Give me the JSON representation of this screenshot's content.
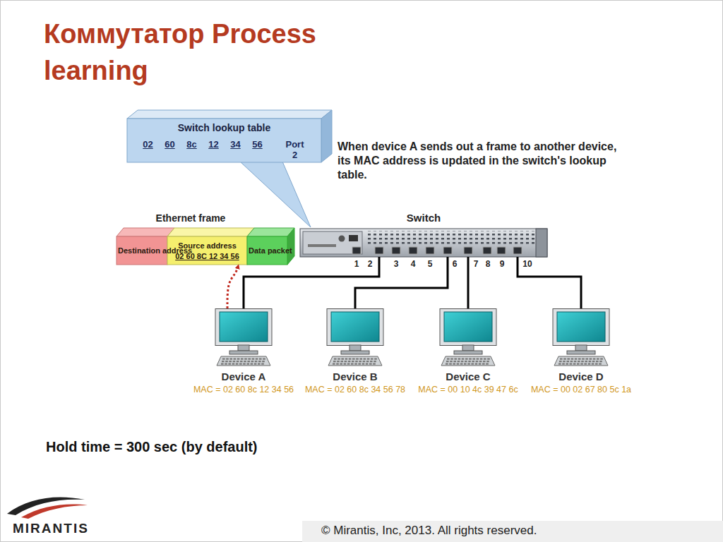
{
  "diagram": {
    "title": "Коммутатор Process learning",
    "nodes": [
      {
        "text": [
          "Switch lookup table",
          "02",
          "60",
          "8c",
          "12",
          "34",
          "56",
          "Port 2"
        ]
      },
      {
        "text": [
          "Destination address"
        ]
      },
      {
        "text": [
          "Source address",
          "02 60 8C 12 34 56"
        ]
      },
      {
        "text": [
          "Data packet"
        ]
      },
      {
        "text": [
          "Switch"
        ]
      },
      {
        "text": [
          "Device A",
          "MAC = 02 60 8c 12 34 56"
        ]
      },
      {
        "text": [
          "Device B",
          "MAC = 02 60 8c 34 56 78"
        ]
      },
      {
        "text": [
          "Device C",
          "MAC = 00 10 4c 39 47 6c"
        ]
      },
      {
        "text": [
          "Device D",
          "MAC = 00 02 67 80 5c 1a"
        ]
      }
    ],
    "edges": [
      {
        "from": 5,
        "to": 4,
        "arrow": "none"
      },
      {
        "from": 6,
        "to": 4,
        "arrow": "none"
      },
      {
        "from": 7,
        "to": 4,
        "arrow": "none"
      },
      {
        "from": 8,
        "to": 4,
        "arrow": "none"
      },
      {
        "from": 5,
        "to": 2,
        "arrow": "to"
      }
    ],
    "labels": [
      "When device A sends out a frame to another device, its MAC address is updated in the switch's lookup table.",
      "Ethernet frame",
      "1",
      "2",
      "3",
      "4",
      "5",
      "6",
      "7",
      "8",
      "9",
      "10",
      "Hold time = 300 sec (by default)",
      "© Mirantis, Inc, 2013. All rights reserved.",
      "MIRANTIS"
    ]
  }
}
